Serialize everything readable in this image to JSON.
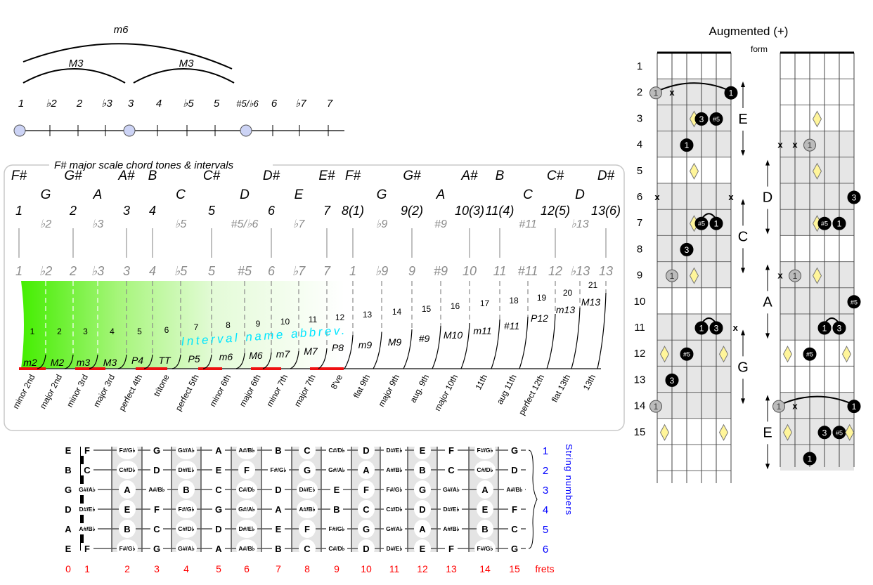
{
  "interval_line": {
    "degrees": [
      "1",
      "♭2",
      "2",
      "♭3",
      "3",
      "4",
      "♭5",
      "5",
      "#5/♭6",
      "6",
      "♭7",
      "7"
    ],
    "chord_tone_indices": [
      0,
      4,
      8
    ],
    "arcs": [
      {
        "label": "M3",
        "from": 0,
        "to": 4
      },
      {
        "label": "M3",
        "from": 4,
        "to": 8
      },
      {
        "label": "m6",
        "from": 0,
        "to": 8
      }
    ]
  },
  "scale_panel": {
    "title": "F# major scale chord tones & intervals",
    "columns": [
      {
        "note": "F#",
        "degree": "1",
        "chord": true,
        "bottom": "1"
      },
      {
        "note": "G",
        "degree": "♭2",
        "chord": false,
        "bottom": "♭2"
      },
      {
        "note": "G#",
        "degree": "2",
        "chord": true,
        "bottom": "2"
      },
      {
        "note": "A",
        "degree": "♭3",
        "chord": false,
        "bottom": "♭3"
      },
      {
        "note": "A#",
        "degree": "3",
        "chord": true,
        "bottom": "3"
      },
      {
        "note": "B",
        "degree": "4",
        "chord": true,
        "bottom": "4"
      },
      {
        "note": "C",
        "degree": "♭5",
        "chord": false,
        "bottom": "♭5"
      },
      {
        "note": "C#",
        "degree": "5",
        "chord": true,
        "bottom": "5"
      },
      {
        "note": "D",
        "degree": "#5/♭6",
        "chord": false,
        "bottom": "#5"
      },
      {
        "note": "D#",
        "degree": "6",
        "chord": true,
        "bottom": "6"
      },
      {
        "note": "E",
        "degree": "♭7",
        "chord": false,
        "bottom": "♭7"
      },
      {
        "note": "E#",
        "degree": "7",
        "chord": true,
        "bottom": "7"
      },
      {
        "note": "F#",
        "degree": "8(1)",
        "chord": true,
        "bottom": "1"
      },
      {
        "note": "G",
        "degree": "♭9",
        "chord": false,
        "bottom": "♭9"
      },
      {
        "note": "G#",
        "degree": "9(2)",
        "chord": true,
        "bottom": "9"
      },
      {
        "note": "A",
        "degree": "#9",
        "chord": false,
        "bottom": "#9"
      },
      {
        "note": "A#",
        "degree": "10(3)",
        "chord": true,
        "bottom": "10"
      },
      {
        "note": "B",
        "degree": "11(4)",
        "chord": true,
        "bottom": "11"
      },
      {
        "note": "C",
        "degree": "#11",
        "chord": false,
        "bottom": "#11"
      },
      {
        "note": "C#",
        "degree": "12(5)",
        "chord": true,
        "bottom": "12"
      },
      {
        "note": "D",
        "degree": "♭13",
        "chord": false,
        "bottom": "♭13"
      },
      {
        "note": "D#",
        "degree": "13(6)",
        "chord": true,
        "bottom": "13"
      }
    ],
    "overlay_label": "Interval name abbrev.",
    "intervals": [
      {
        "n": "1",
        "abbr": "m2",
        "name": "minor 2nd"
      },
      {
        "n": "2",
        "abbr": "M2",
        "name": "major 2nd"
      },
      {
        "n": "3",
        "abbr": "m3",
        "name": "minor 3rd"
      },
      {
        "n": "4",
        "abbr": "M3",
        "name": "major 3rd"
      },
      {
        "n": "5",
        "abbr": "P4",
        "name": "perfect 4th"
      },
      {
        "n": "6",
        "abbr": "TT",
        "name": "tritone"
      },
      {
        "n": "7",
        "abbr": "P5",
        "name": "perfect 5th"
      },
      {
        "n": "8",
        "abbr": "m6",
        "name": "minor 6th"
      },
      {
        "n": "9",
        "abbr": "M6",
        "name": "major 6th"
      },
      {
        "n": "10",
        "abbr": "m7",
        "name": "minor 7th"
      },
      {
        "n": "11",
        "abbr": "M7",
        "name": "major 7th"
      },
      {
        "n": "12",
        "abbr": "P8",
        "name": "8've"
      },
      {
        "n": "13",
        "abbr": "m9",
        "name": "flat 9th"
      },
      {
        "n": "14",
        "abbr": "M9",
        "name": "major 9th"
      },
      {
        "n": "15",
        "abbr": "#9",
        "name": "aug. 9th"
      },
      {
        "n": "16",
        "abbr": "M10",
        "name": "major 10th"
      },
      {
        "n": "17",
        "abbr": "m11",
        "name": "11th"
      },
      {
        "n": "18",
        "abbr": "#11",
        "name": "aug 11th"
      },
      {
        "n": "19",
        "abbr": "P12",
        "name": "perfect 12th"
      },
      {
        "n": "20",
        "abbr": "m13",
        "name": "flat 13th"
      },
      {
        "n": "21",
        "abbr": "M13",
        "name": "13th"
      }
    ]
  },
  "fretboard_chart": {
    "open_strings": [
      "E",
      "B",
      "G",
      "D",
      "A",
      "E"
    ],
    "notes": [
      [
        "F",
        "F#/G♭",
        "G",
        "G#/A♭",
        "A",
        "A#/B♭",
        "B",
        "C",
        "C#/D♭",
        "D",
        "D#/E♭",
        "E",
        "F",
        "F#/G♭",
        "G"
      ],
      [
        "C",
        "C#/D♭",
        "D",
        "D#/E♭",
        "E",
        "F",
        "F#/G♭",
        "G",
        "G#/A♭",
        "A",
        "A#/B♭",
        "B",
        "C",
        "C#/D♭",
        "D"
      ],
      [
        "G#/A♭",
        "A",
        "A#/B♭",
        "B",
        "C",
        "C#/D♭",
        "D",
        "D#/E♭",
        "E",
        "F",
        "F#/G♭",
        "G",
        "G#/A♭",
        "A",
        "A#/B♭"
      ],
      [
        "D#/E♭",
        "E",
        "F",
        "F#/G♭",
        "G",
        "G#/A♭",
        "A",
        "A#/B♭",
        "B",
        "C",
        "C#/D♭",
        "D",
        "D#/E♭",
        "E",
        "F"
      ],
      [
        "A#/B♭",
        "B",
        "C",
        "C#/D♭",
        "D",
        "D#/E♭",
        "E",
        "F",
        "F#/G♭",
        "G",
        "G#/A♭",
        "A",
        "A#/B♭",
        "B",
        "C"
      ],
      [
        "F",
        "F#/G♭",
        "G",
        "G#/A♭",
        "A",
        "A#/B♭",
        "B",
        "C",
        "C#/D♭",
        "D",
        "D#/E♭",
        "E",
        "F",
        "F#/G♭",
        "G"
      ]
    ],
    "string_numbers": [
      "1",
      "2",
      "3",
      "4",
      "5",
      "6"
    ],
    "string_numbers_label": "String numbers",
    "fret_numbers": [
      "0",
      "1",
      "2",
      "3",
      "4",
      "5",
      "6",
      "7",
      "8",
      "9",
      "10",
      "11",
      "12",
      "13",
      "14",
      "15"
    ],
    "frets_label": "frets",
    "colors": {
      "fret_numbers": "#ff0000",
      "string_numbers": "#0000ff"
    }
  },
  "chord_forms": {
    "title": "Augmented (+)",
    "subtitle": "form",
    "fret_labels": [
      "1",
      "2",
      "3",
      "4",
      "5",
      "6",
      "7",
      "8",
      "9",
      "10",
      "11",
      "12",
      "13",
      "14",
      "15"
    ],
    "boards": [
      {
        "shaded": [
          [
            2,
            4
          ],
          [
            6,
            9
          ],
          [
            11,
            14
          ]
        ],
        "forms": [
          {
            "label": "E",
            "fret": 3
          },
          {
            "label": "C",
            "fret": 7.5
          },
          {
            "label": "G",
            "fret": 12.5
          }
        ],
        "marks": [
          {
            "fret": 2,
            "string": 0,
            "type": "root-grey",
            "text": "1"
          },
          {
            "fret": 2,
            "string": 1,
            "type": "x",
            "text": "x"
          },
          {
            "fret": 2,
            "string": 5,
            "type": "black",
            "text": "1"
          },
          {
            "fret": 3,
            "string": 2.5,
            "type": "diamond"
          },
          {
            "fret": 3,
            "string": 3,
            "type": "black",
            "text": "3"
          },
          {
            "fret": 3,
            "string": 4,
            "type": "black",
            "text": "#5"
          },
          {
            "fret": 4,
            "string": 2,
            "type": "black",
            "text": "1"
          },
          {
            "fret": 5,
            "string": 2.5,
            "type": "diamond"
          },
          {
            "fret": 6,
            "string": 0,
            "type": "x",
            "text": "x"
          },
          {
            "fret": 6,
            "string": 5,
            "type": "x",
            "text": "x"
          },
          {
            "fret": 7,
            "string": 2.5,
            "type": "diamond"
          },
          {
            "fret": 7,
            "string": 3,
            "type": "black",
            "text": "#5"
          },
          {
            "fret": 7,
            "string": 4,
            "type": "black",
            "text": "1"
          },
          {
            "fret": 8,
            "string": 2,
            "type": "black",
            "text": "3"
          },
          {
            "fret": 9,
            "string": 1,
            "type": "root-grey",
            "text": "1"
          },
          {
            "fret": 9,
            "string": 2.5,
            "type": "diamond"
          },
          {
            "fret": 11,
            "string": 3,
            "type": "black",
            "text": "1"
          },
          {
            "fret": 11,
            "string": 4,
            "type": "black",
            "text": "3"
          },
          {
            "fret": 11,
            "string": 5.3,
            "type": "x",
            "text": "x"
          },
          {
            "fret": 12,
            "string": 0.5,
            "type": "diamond"
          },
          {
            "fret": 12,
            "string": 2,
            "type": "black",
            "text": "#5"
          },
          {
            "fret": 12,
            "string": 4.5,
            "type": "diamond"
          },
          {
            "fret": 13,
            "string": 1,
            "type": "black",
            "text": "3"
          },
          {
            "fret": 14,
            "string": 0,
            "type": "root-grey",
            "text": "1"
          },
          {
            "fret": 15,
            "string": 0.5,
            "type": "diamond"
          },
          {
            "fret": 15,
            "string": 4.5,
            "type": "diamond"
          }
        ],
        "ties": [
          {
            "fret": 2,
            "from": 0,
            "to": 5
          },
          {
            "fret": 7,
            "from": 3,
            "to": 4
          },
          {
            "fret": 11,
            "from": 3,
            "to": 4
          }
        ]
      },
      {
        "shaded": [
          [
            4,
            7
          ],
          [
            9,
            11
          ],
          [
            14,
            16
          ]
        ],
        "forms": [
          {
            "label": "D",
            "fret": 6
          },
          {
            "label": "A",
            "fret": 10
          },
          {
            "label": "E",
            "fret": 15
          }
        ],
        "marks": [
          {
            "fret": 3,
            "string": 2.5,
            "type": "diamond"
          },
          {
            "fret": 4,
            "string": 0,
            "type": "x",
            "text": "x"
          },
          {
            "fret": 4,
            "string": 1,
            "type": "x",
            "text": "x"
          },
          {
            "fret": 4,
            "string": 2,
            "type": "root-grey",
            "text": "1"
          },
          {
            "fret": 5,
            "string": 2.5,
            "type": "diamond"
          },
          {
            "fret": 6,
            "string": 5,
            "type": "black",
            "text": "3"
          },
          {
            "fret": 7,
            "string": 2.5,
            "type": "diamond"
          },
          {
            "fret": 7,
            "string": 3,
            "type": "black",
            "text": "#5"
          },
          {
            "fret": 7,
            "string": 4,
            "type": "black",
            "text": "1"
          },
          {
            "fret": 9,
            "string": 0,
            "type": "x",
            "text": "x"
          },
          {
            "fret": 9,
            "string": 1,
            "type": "root-grey",
            "text": "1"
          },
          {
            "fret": 9,
            "string": 2.5,
            "type": "diamond"
          },
          {
            "fret": 10,
            "string": 5,
            "type": "black",
            "text": "#5"
          },
          {
            "fret": 11,
            "string": 3,
            "type": "black",
            "text": "1"
          },
          {
            "fret": 11,
            "string": 4,
            "type": "black",
            "text": "3"
          },
          {
            "fret": 12,
            "string": 0.5,
            "type": "diamond"
          },
          {
            "fret": 12,
            "string": 2,
            "type": "black",
            "text": "#5"
          },
          {
            "fret": 12,
            "string": 4.5,
            "type": "diamond"
          },
          {
            "fret": 14,
            "string": 0,
            "type": "root-grey",
            "text": "1"
          },
          {
            "fret": 14,
            "string": 1,
            "type": "x",
            "text": "x"
          },
          {
            "fret": 14,
            "string": 5,
            "type": "black",
            "text": "1"
          },
          {
            "fret": 15,
            "string": 0.5,
            "type": "diamond"
          },
          {
            "fret": 15,
            "string": 3,
            "type": "black",
            "text": "3"
          },
          {
            "fret": 15,
            "string": 4,
            "type": "black",
            "text": "#5"
          },
          {
            "fret": 15,
            "string": 4.7,
            "type": "diamond"
          },
          {
            "fret": 16,
            "string": 2,
            "type": "black",
            "text": "1"
          }
        ],
        "ties": [
          {
            "fret": 11,
            "from": 3,
            "to": 4
          },
          {
            "fret": 14,
            "from": 0,
            "to": 5
          }
        ]
      }
    ],
    "colors": {
      "shade": "#e6e6e6",
      "diamond": "#fff59a",
      "root_grey": "#bbbbbb",
      "chord_tone": "#5a6bd0",
      "chord_tone_fill": "#ccd3f5",
      "gradient_green": "#44ee00",
      "overlay_text": "#00e5ff",
      "red_bar": "#ee1111"
    }
  }
}
